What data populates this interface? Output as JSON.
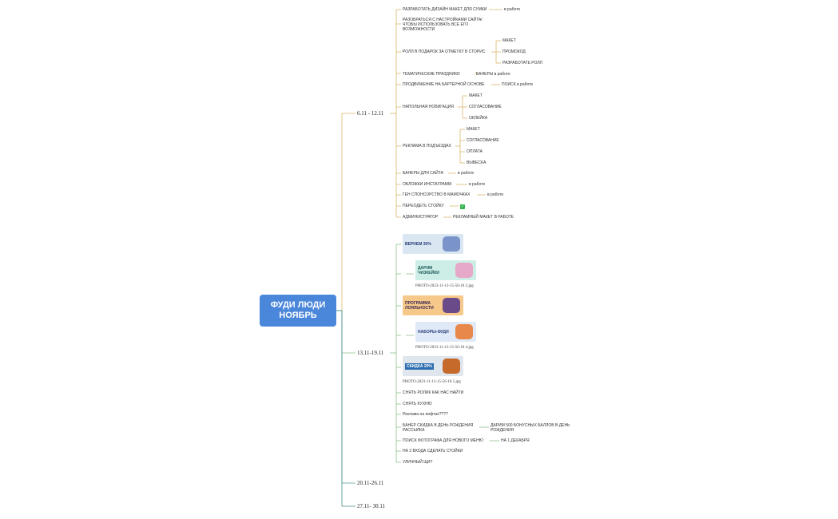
{
  "root": {
    "title": "ФУДИ ЛЮДИ НОЯБРЬ"
  },
  "weeks": [
    {
      "label": "6.11 - 12.11",
      "items": [
        {
          "text": "РАЗРАБОТАТЬ ДИЗАЙН МАКЕТ ДЛЯ СУМКИ",
          "children": [
            "в работе"
          ]
        },
        {
          "text": "РАЗОБРАТЬСЯ С НАСТРОЙКАМИ САЙТА/ ЧТОБЫ ИСПОЛЬЗОВАТЬ ВСЕ ЕГО ВОЗМОЖНОСТИ",
          "children": []
        },
        {
          "text": "РОЛЛ В ПОДАРОК ЗА ОТМЕТКУ В СТОРИС",
          "children": [
            "МАКЕТ",
            "ПРОМОКОД",
            "РАЗРАБОТАТЬ РОЛЛ"
          ]
        },
        {
          "text": "ТЕМАТИЧЕСКИЕ ПРАЗДНИКИ",
          "children": [
            "БАНЕРЫ в работе"
          ]
        },
        {
          "text": "ПРОДВИЖЕНИЕ НА БАРТЕРНОЙ ОСНОВЕ",
          "children": [
            "ПОИСК в работе"
          ]
        },
        {
          "text": "НАПОЛЬНАЯ НОВИГАЦИЯ",
          "children": [
            "МАКЕТ",
            "СОГЛАСОВАНИЕ",
            "ОКЛЕЙКА"
          ]
        },
        {
          "text": "РЕКЛАМА В ПОДЪЕЗДАХ",
          "children": [
            "МАКЕТ",
            "СОГЛАСОВАНИЕ",
            "ОПЛАТА",
            "ВЫВЕСКА"
          ]
        },
        {
          "text": "БАНЕРЫ ДЛЯ САЙТА",
          "children": [
            "в работе"
          ]
        },
        {
          "text": "ОБЛОЖКИ ИНСТАГРАММ",
          "children": [
            "в работе"
          ]
        },
        {
          "text": "ГЕН СПОНСОРСТВО В МАМОЧКАХ",
          "children": [
            "в работе"
          ]
        },
        {
          "text": "ПЕРЕОДЕТЬ СТОЙКУ",
          "children": [],
          "done": true
        },
        {
          "text": "АДМИНИСТРАТОР",
          "children": [
            "РЕКЛАМНЫЙ МАКЕТ В РАБОТЕ"
          ]
        }
      ]
    },
    {
      "label": "13.11-19.11",
      "images": [
        {
          "title": "ВЕРНЕМ 30%",
          "caption": "",
          "bg": "#dbe6f3",
          "blob": "#7a94c9"
        },
        {
          "title": "ДАРИМ ЧИЗКЕЙКИ",
          "caption": "PHOTO-2023-11-13-15-56-18 2.jpg",
          "bg": "#cdeee6",
          "blob": "#e6a9c9"
        },
        {
          "title": "ПРОГРАММА ЛОЯЛЬНОСТИ",
          "caption": "",
          "bg": "#f6c98a",
          "blob": "#6b4a8a"
        },
        {
          "title": "НАБОРЫ-ФУДИ",
          "caption": "PHOTO-2023-11-13-15-56-18 4.jpg",
          "bg": "#dfe9f8",
          "blob": "#e8884a"
        },
        {
          "title": "СКИДКА 20%",
          "caption": "PHOTO-2023-11-13-15-56-18 5.jpg",
          "bg": "#e0e6ee",
          "blob": "#c56a2a"
        }
      ],
      "items": [
        {
          "text": "СНЯТЬ РОЛИК КАК НАС НАЙТИ",
          "children": []
        },
        {
          "text": "СНЯТЬ КУХНЮ",
          "children": []
        },
        {
          "text": "Реклама на лифтах????",
          "children": []
        },
        {
          "text": "БАНЕР СКИДКА В ДЕНЬ РОЖДЕНИЯ РАССЫЛКА",
          "children": [
            "ДАРИМ 500 БОНУСНЫХ БАЛЛОВ В ДЕНЬ РОЖДЕНИЯ"
          ]
        },
        {
          "text": "ПОИСК ФОТОГРАФА ДЛЯ НОВОГО МЕНЮ",
          "children": [
            "НА 1 ДЕКАБРЯ"
          ]
        },
        {
          "text": "НА 2 ВХОДА СДЕЛАТЬ СТОЙКИ",
          "children": []
        },
        {
          "text": "УЛИЧНЫЙ ЩИТ",
          "children": []
        }
      ]
    },
    {
      "label": "20.11-26.11",
      "items": []
    },
    {
      "label": "27.11- 30.11",
      "items": []
    }
  ],
  "colors": {
    "root": "#4a86d9",
    "branch_week1": "#d9b86a",
    "branch_week2": "#8ec08e",
    "branch_week3": "#5aa3a0",
    "branch_week4": "#4a8f8a"
  }
}
